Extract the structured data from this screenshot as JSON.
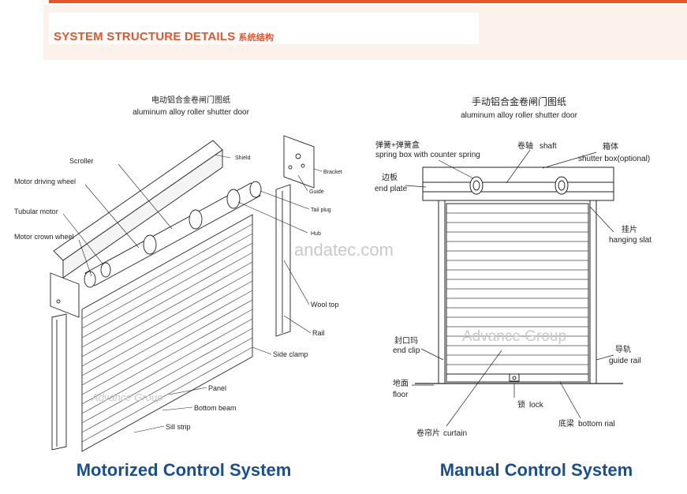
{
  "header": {
    "title_en": "SYSTEM STRUCTURE DETAILS",
    "title_zh": "系统结构"
  },
  "watermarks": {
    "site": "andatec.com",
    "brand_left": "Advance Group",
    "brand_right": "Advance Group"
  },
  "motorized": {
    "title_zh": "电动铝合金卷闸门图纸",
    "title_en": "aluminum alloy roller shutter door",
    "labels": {
      "scroller": "Scroller",
      "shield": "Shield",
      "bracket": "Bracket",
      "guide": "Guide",
      "tail_plug": "Tail plug",
      "hub": "Hub",
      "motor_driving_wheel": "Motor driving wheel",
      "tubular_motor": "Tubular motor",
      "motor_crown_wheel": "Motor crown wheel",
      "wool_top": "Wool top",
      "rail": "Rail",
      "side_clamp": "Side clamp",
      "panel": "Panel",
      "bottom_beam": "Bottom beam",
      "sill_strip": "Sill strip"
    },
    "caption": "Motorized Control System"
  },
  "manual": {
    "title_zh": "手动铝合金卷闸门图纸",
    "title_en": "aluminum alloy roller shutter door",
    "labels": {
      "spring_box_zh": "弹簧+弹簧盒",
      "spring_box_en": "spring box with counter spring",
      "shaft_zh": "卷轴",
      "shaft_en": "shaft",
      "shutter_box_zh": "箱体",
      "shutter_box_en": "shutter box(optional)",
      "end_plate_zh": "边板",
      "end_plate_en": "end plate",
      "hanging_slat_zh": "挂片",
      "hanging_slat_en": "hanging slat",
      "end_clip_zh": "封口玛",
      "end_clip_en": "end clip",
      "guide_rail_zh": "导轨",
      "guide_rail_en": "guide rail",
      "floor_zh": "地面",
      "floor_en": "floor",
      "lock_zh": "锁",
      "lock_en": "lock",
      "bottom_rail_zh": "底梁",
      "bottom_rail_en": "bottom rial",
      "curtain_zh": "卷帘片",
      "curtain_en": "curtain"
    },
    "caption": "Manual Control System"
  },
  "colors": {
    "accent": "#e8542a",
    "caption_blue": "#1a4f8f",
    "line": "#222222"
  }
}
